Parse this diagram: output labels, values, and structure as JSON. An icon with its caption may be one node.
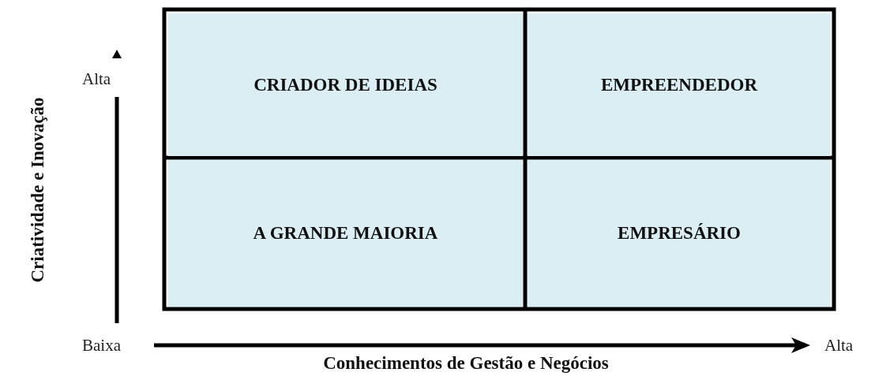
{
  "diagram": {
    "nodes": [
      {
        "text": [
          "CRIADOR DE IDEIAS"
        ]
      },
      {
        "text": [
          "EMPREENDEDOR"
        ]
      },
      {
        "text": [
          "A GRANDE MAIORIA"
        ]
      },
      {
        "text": [
          "EMPRESÁRIO"
        ]
      }
    ],
    "labels": [
      "Criatividade e Inovação",
      "Alta",
      "Baixa",
      "Alta",
      "Conhecimentos de Gestão e Negócios"
    ]
  }
}
